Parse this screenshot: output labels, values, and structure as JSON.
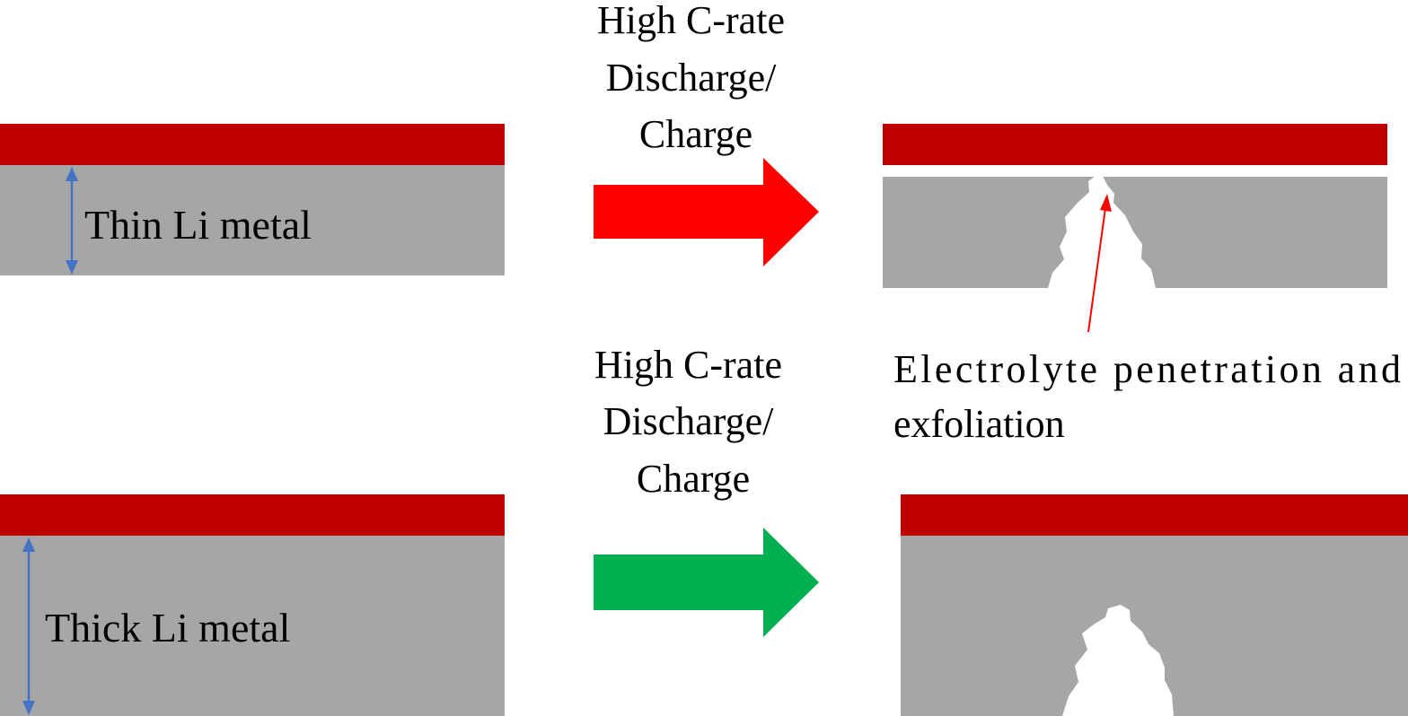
{
  "colors": {
    "current_collector": "#c00000",
    "li_metal": "#a6a6a6",
    "arrow_thin": "#ff0000",
    "arrow_thick": "#00b050",
    "dimension_arrow": "#4472c4",
    "annotation_pointer": "#ff0000",
    "void": "#ffffff"
  },
  "top_row": {
    "thickness_label": "Thin Li metal",
    "process_label": [
      "High C-rate",
      "Discharge/",
      "Charge"
    ],
    "outcome_label": [
      "Electrolyte penetration and",
      "exfoliation"
    ]
  },
  "bottom_row": {
    "thickness_label": "Thick Li metal",
    "process_label": [
      "High C-rate",
      "Discharge/",
      "Charge"
    ]
  }
}
